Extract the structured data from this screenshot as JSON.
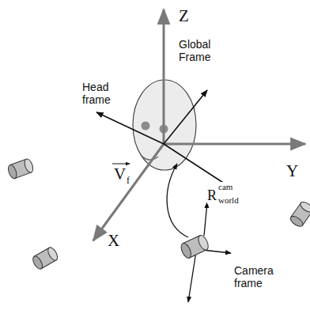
{
  "diagram": {
    "labels": [
      "Z",
      "Global Frame",
      "Head frame",
      "V",
      "f",
      "Y",
      "R",
      "cam",
      "world",
      "X",
      "Camera frame"
    ]
  }
}
